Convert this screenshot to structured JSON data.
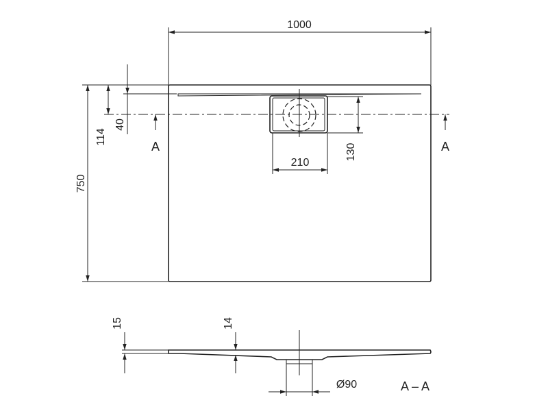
{
  "dimensions": {
    "width": "1000",
    "depth": "750",
    "drain_offset_114": "114",
    "drain_offset_40": "40",
    "drain_cover_width": "210",
    "drain_cover_depth": "130",
    "tray_height": "15",
    "tray_inner_height": "14",
    "drain_diameter": "Ø90"
  },
  "labels": {
    "section_left": "A",
    "section_right": "A",
    "section_view": "A – A"
  },
  "colors": {
    "ink": "#222222",
    "background": "#ffffff"
  }
}
